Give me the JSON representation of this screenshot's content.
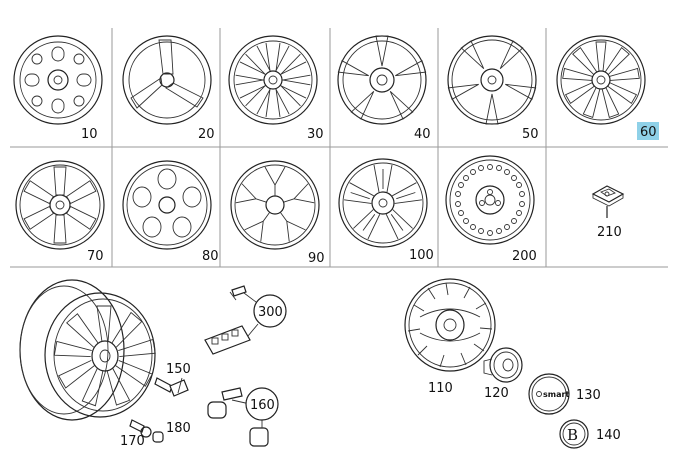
{
  "grid": {
    "row1": [
      {
        "label": "10",
        "icon": "steel-wheel-icon"
      },
      {
        "label": "20",
        "icon": "three-spoke-wheel-icon"
      },
      {
        "label": "30",
        "icon": "ten-spoke-wheel-icon"
      },
      {
        "label": "40",
        "icon": "five-spoke-wheel-icon"
      },
      {
        "label": "50",
        "icon": "five-spoke-wheel-icon"
      },
      {
        "label": "60",
        "icon": "multi-spoke-wheel-icon",
        "highlighted": true
      }
    ],
    "row2": [
      {
        "label": "70",
        "icon": "six-spoke-wheel-icon"
      },
      {
        "label": "80",
        "icon": "round-window-wheel-icon"
      },
      {
        "label": "90",
        "icon": "y-spoke-wheel-icon"
      },
      {
        "label": "100",
        "icon": "split-spoke-wheel-icon"
      },
      {
        "label": "200",
        "icon": "perforated-steel-wheel-icon"
      },
      {
        "label": "210",
        "icon": "clip-bracket-icon"
      }
    ]
  },
  "parts": {
    "p110": "110",
    "p120": "120",
    "p130": "130",
    "p140": "140",
    "p150": "150",
    "p160": "160",
    "p170": "170",
    "p180": "180",
    "p300": "300",
    "badge_text": "smart",
    "brabus_letter": "B"
  },
  "colors": {
    "highlight": "#8fd1e8",
    "grid": "#9a9a9a",
    "ink": "#222222"
  }
}
